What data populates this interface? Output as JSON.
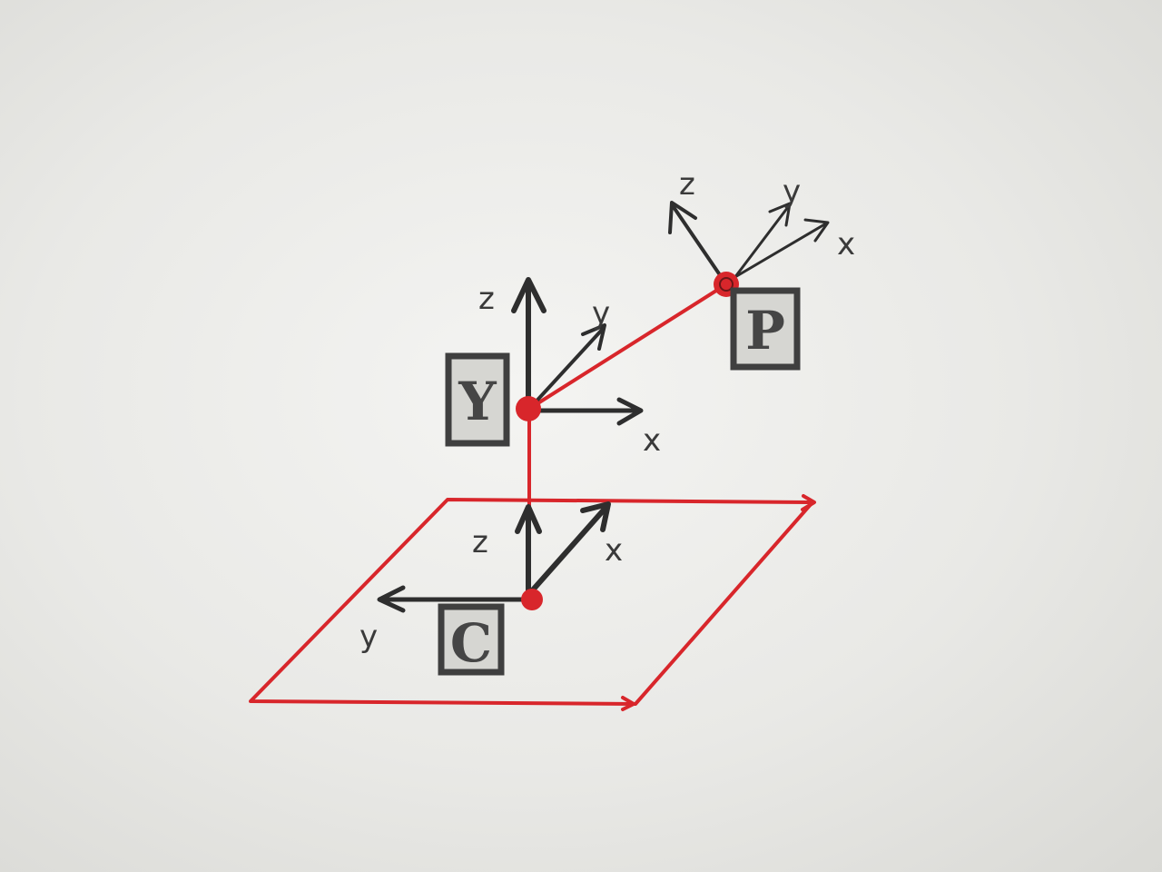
{
  "colors": {
    "ink": "#2e2e2e",
    "red": "#d8262b",
    "paper": "#ebebe8"
  },
  "frames": {
    "base": {
      "box_label": "C",
      "axes": {
        "z": "z",
        "x": "x",
        "y": "y"
      }
    },
    "joint": {
      "box_label": "Y",
      "axes": {
        "z": "z",
        "y": "y",
        "x": "x"
      }
    },
    "end": {
      "box_label": "P",
      "axes": {
        "z": "z",
        "y": "y",
        "x": "x"
      }
    }
  }
}
